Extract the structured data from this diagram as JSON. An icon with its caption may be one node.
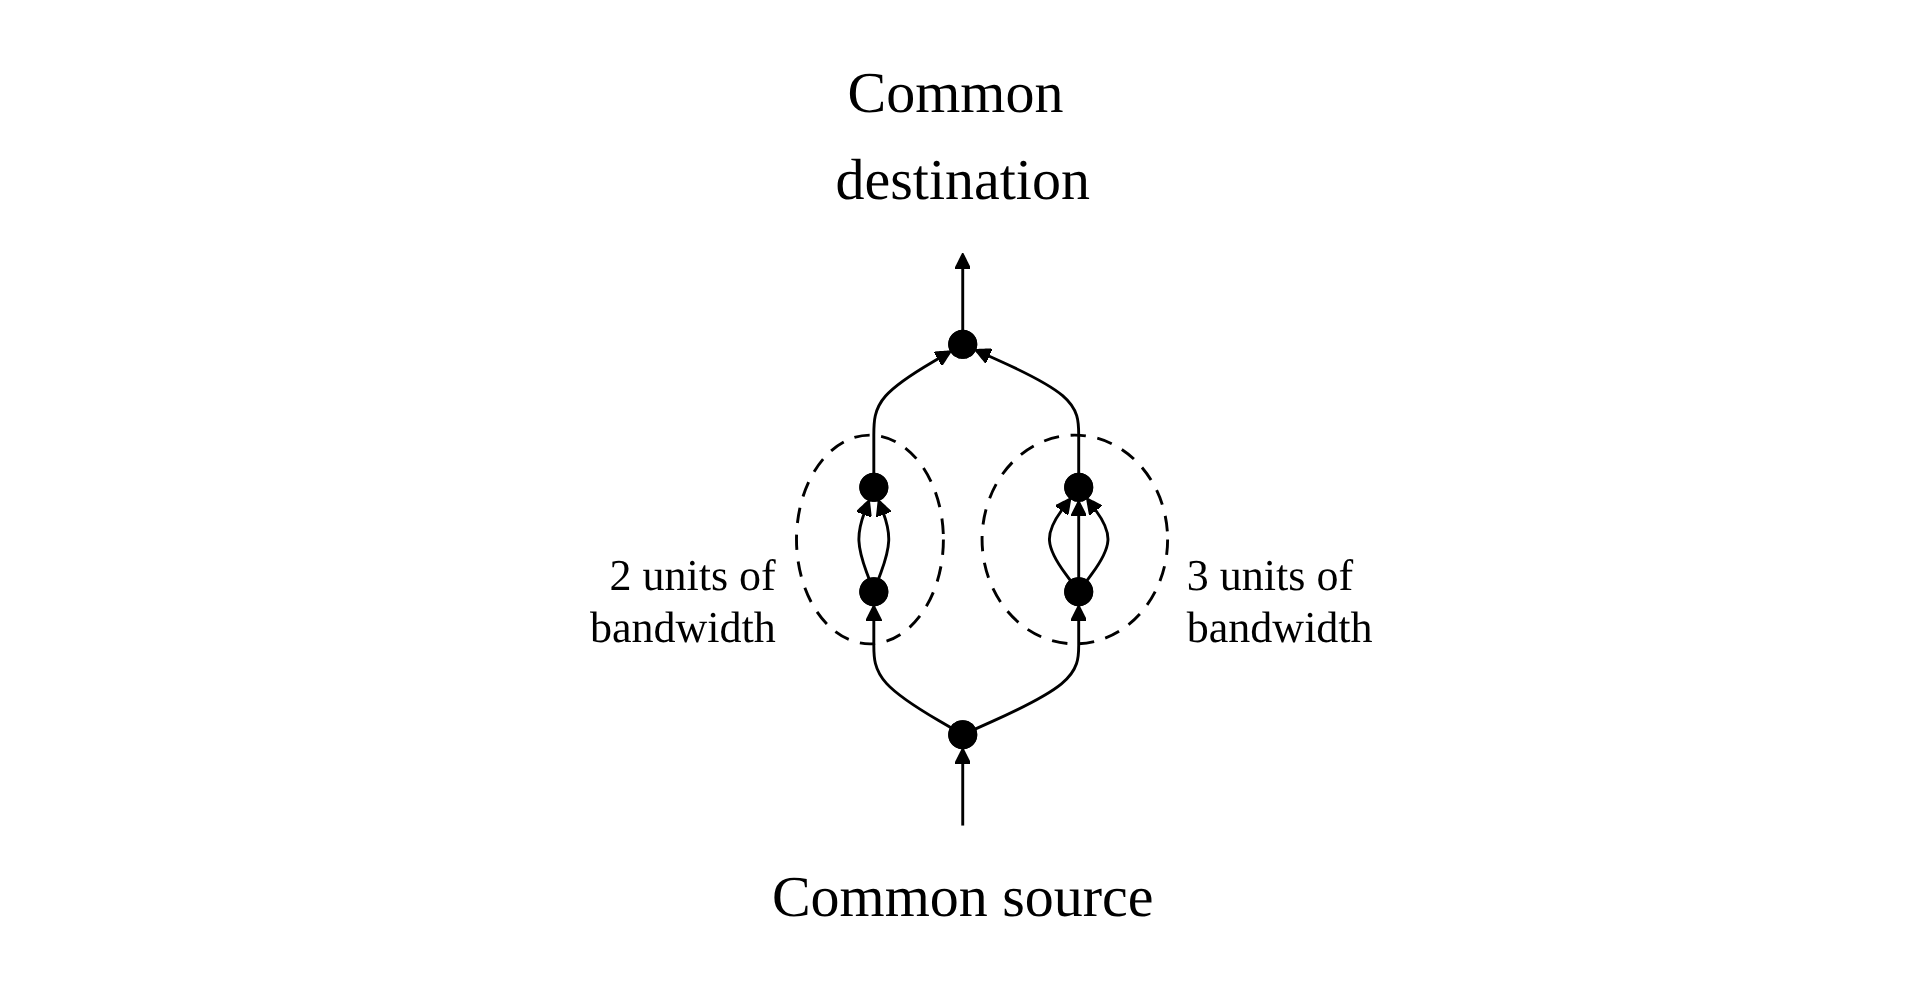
{
  "diagram": {
    "nodes": [
      {
        "text": [
          "Common destination"
        ]
      },
      {
        "text": [],
        "shape": "point"
      },
      {
        "text": [],
        "shape": "circle",
        "beside": [
          "2 units of bandwidth"
        ]
      },
      {
        "text": [],
        "shape": "point",
        "in": 2
      },
      {
        "text": [],
        "shape": "point",
        "in": 2
      },
      {
        "text": [],
        "shape": "circle",
        "beside": [
          "3 units of bandwidth"
        ]
      },
      {
        "text": [],
        "shape": "point",
        "in": 5
      },
      {
        "text": [],
        "shape": "point",
        "in": 5
      },
      {
        "text": [],
        "shape": "point"
      },
      {
        "text": [
          "Common source"
        ]
      }
    ],
    "edges": [
      {
        "from": 9,
        "to": 8,
        "arrow": "to"
      },
      {
        "from": 8,
        "to": 4,
        "arrow": "to"
      },
      {
        "from": 8,
        "to": 7,
        "arrow": "to"
      },
      {
        "from": 4,
        "to": 3,
        "arrow": "to"
      },
      {
        "from": 4,
        "to": 3,
        "arrow": "to"
      },
      {
        "from": 7,
        "to": 6,
        "arrow": "to"
      },
      {
        "from": 7,
        "to": 6,
        "arrow": "to"
      },
      {
        "from": 7,
        "to": 6,
        "arrow": "to"
      },
      {
        "from": 3,
        "to": 1,
        "arrow": "to"
      },
      {
        "from": 6,
        "to": 1,
        "arrow": "to"
      },
      {
        "from": 1,
        "to": 0,
        "arrow": "to"
      }
    ]
  }
}
